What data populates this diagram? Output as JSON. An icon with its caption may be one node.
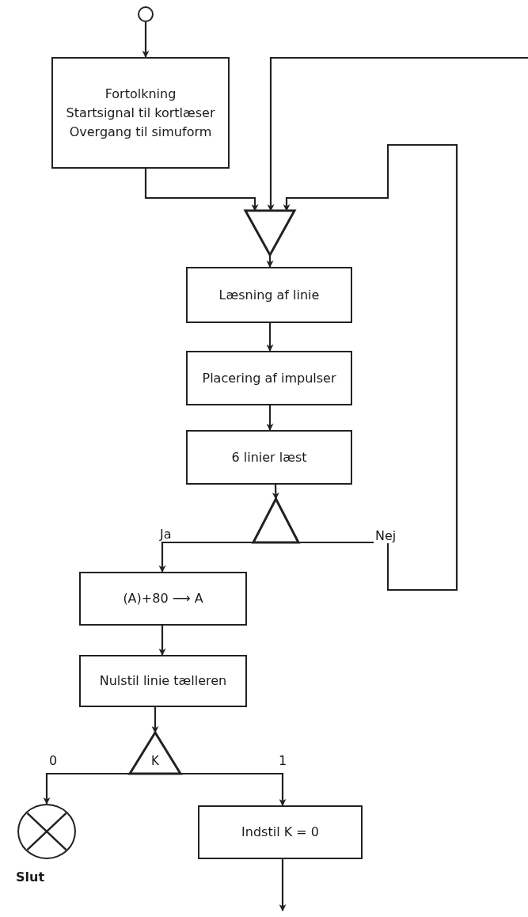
{
  "diagram": {
    "nodes": [
      {
        "text": [],
        "shape": "circle"
      },
      {
        "text": [
          "Fortolkning",
          "Startsignal til kortlæser",
          "Overgang til simuform"
        ]
      },
      {
        "text": [],
        "shape": "triangle"
      },
      {
        "text": [
          "Læsning af linie"
        ]
      },
      {
        "text": [
          "Placering af impulser"
        ]
      },
      {
        "text": [
          "6 linier læst"
        ]
      },
      {
        "text": [],
        "shape": "triangle"
      },
      {
        "text": [
          "(A)+80 ⟶ A"
        ]
      },
      {
        "text": [
          "Nulstil linie tælleren"
        ]
      },
      {
        "text": [
          "K"
        ]
      },
      {
        "text": [],
        "shape": "circle",
        "beside": [
          "Slut"
        ]
      },
      {
        "text": [
          "Indstil K = 0"
        ]
      }
    ],
    "edges": [
      {
        "from": 0,
        "to": 1,
        "arrow": "to"
      },
      {
        "from": 1,
        "to": 2,
        "arrow": "to"
      },
      {
        "from": null,
        "to": 2,
        "arrow": "to"
      },
      {
        "from": 6,
        "to": 2,
        "label": "Nej",
        "arrow": "to"
      },
      {
        "from": 2,
        "to": 3,
        "arrow": "to"
      },
      {
        "from": 3,
        "to": 4,
        "arrow": "to"
      },
      {
        "from": 4,
        "to": 5,
        "arrow": "to"
      },
      {
        "from": 5,
        "to": 6,
        "arrow": "to"
      },
      {
        "from": 6,
        "to": 7,
        "label": "Ja",
        "arrow": "to"
      },
      {
        "from": 7,
        "to": 8,
        "arrow": "to"
      },
      {
        "from": 8,
        "to": 9,
        "arrow": "to"
      },
      {
        "from": 9,
        "to": 10,
        "label": "0",
        "arrow": "to"
      },
      {
        "from": 9,
        "to": 11,
        "label": "1",
        "arrow": "to"
      },
      {
        "from": 11,
        "to": null,
        "arrow": "to"
      }
    ]
  }
}
